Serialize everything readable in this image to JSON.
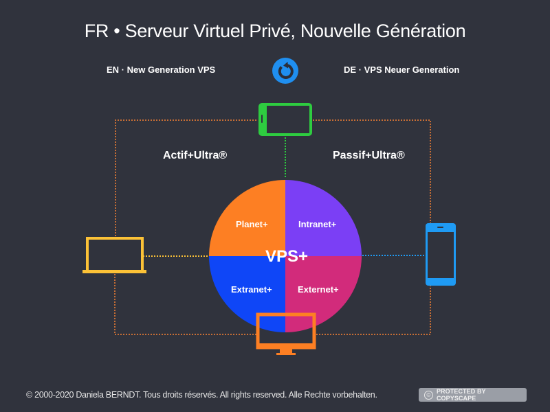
{
  "header": {
    "title": "FR • Serveur Virtuel Privé, Nouvelle Génération",
    "subtitle_en": "EN · New Generation VPS",
    "subtitle_de": "DE · VPS Neuer Generation",
    "center_icon": "refresh-icon"
  },
  "diagram": {
    "zones": {
      "left": "Actif+Ultra®",
      "right": "Passif+Ultra®"
    },
    "center": "VPS+",
    "segments": [
      {
        "label": "Planet+",
        "position": "top-left",
        "color": "#fd7f23"
      },
      {
        "label": "Intranet+",
        "position": "top-right",
        "color": "#7b3ff5"
      },
      {
        "label": "Extranet+",
        "position": "bottom-left",
        "color": "#0f46f7"
      },
      {
        "label": "Externet+",
        "position": "bottom-right",
        "color": "#d22b7b"
      }
    ],
    "devices": [
      {
        "name": "tablet",
        "icon": "tablet-icon",
        "position": "top",
        "color": "#2ecc40"
      },
      {
        "name": "laptop",
        "icon": "laptop-icon",
        "position": "left",
        "color": "#fcc237"
      },
      {
        "name": "smartphone",
        "icon": "smartphone-icon",
        "position": "right",
        "color": "#1f9bf4"
      },
      {
        "name": "desktop",
        "icon": "monitor-icon",
        "position": "bottom",
        "color": "#fd7f23"
      }
    ],
    "connector_color": "#c76e35"
  },
  "footer": {
    "copyright": "© 2000-2020 Daniela BERNDT. Tous droits réservés. All rights reserved. Alle Rechte vorbehalten.",
    "badge_symbol": "©",
    "badge_label": "PROTECTED BY COPYSCAPE"
  }
}
